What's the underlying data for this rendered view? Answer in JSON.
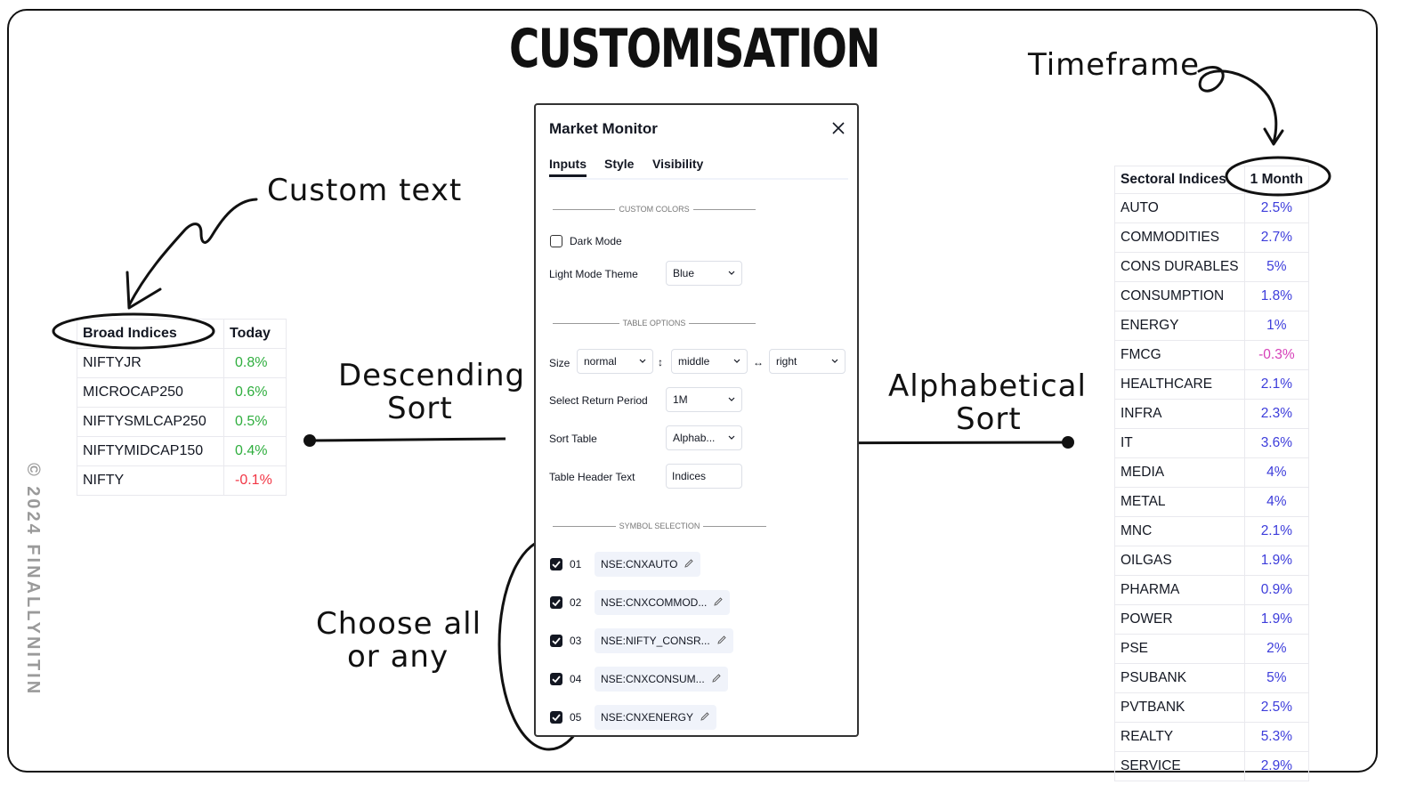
{
  "title": "CUSTOMISATION",
  "copyright": "© 2024 FINALLYNITIN",
  "annotations": {
    "custom_text": "Custom text",
    "timeframe": "Timeframe",
    "descending_1": "Descending",
    "descending_2": "Sort",
    "alphabetical_1": "Alphabetical",
    "alphabetical_2": "Sort",
    "choose_1": "Choose all",
    "choose_2": "or any"
  },
  "broad_table": {
    "header": "Broad Indices",
    "col": "Today",
    "rows": [
      {
        "name": "NIFTYJR",
        "value": "0.8%"
      },
      {
        "name": "MICROCAP250",
        "value": "0.6%"
      },
      {
        "name": "NIFTYSMLCAP250",
        "value": "0.5%"
      },
      {
        "name": "NIFTYMIDCAP150",
        "value": "0.4%"
      },
      {
        "name": "NIFTY",
        "value": "-0.1%"
      }
    ]
  },
  "sector_table": {
    "header": "Sectoral Indices",
    "col": "1 Month",
    "rows": [
      {
        "name": "AUTO",
        "value": "2.5%"
      },
      {
        "name": "COMMODITIES",
        "value": "2.7%"
      },
      {
        "name": "CONS DURABLES",
        "value": "5%"
      },
      {
        "name": "CONSUMPTION",
        "value": "1.8%"
      },
      {
        "name": "ENERGY",
        "value": "1%"
      },
      {
        "name": "FMCG",
        "value": "-0.3%"
      },
      {
        "name": "HEALTHCARE",
        "value": "2.1%"
      },
      {
        "name": "INFRA",
        "value": "2.3%"
      },
      {
        "name": "IT",
        "value": "3.6%"
      },
      {
        "name": "MEDIA",
        "value": "4%"
      },
      {
        "name": "METAL",
        "value": "4%"
      },
      {
        "name": "MNC",
        "value": "2.1%"
      },
      {
        "name": "OILGAS",
        "value": "1.9%"
      },
      {
        "name": "PHARMA",
        "value": "0.9%"
      },
      {
        "name": "POWER",
        "value": "1.9%"
      },
      {
        "name": "PSE",
        "value": "2%"
      },
      {
        "name": "PSUBANK",
        "value": "5%"
      },
      {
        "name": "PVTBANK",
        "value": "2.5%"
      },
      {
        "name": "REALTY",
        "value": "5.3%"
      },
      {
        "name": "SERVICE",
        "value": "2.9%"
      }
    ]
  },
  "dialog": {
    "title": "Market Monitor",
    "tabs": [
      "Inputs",
      "Style",
      "Visibility"
    ],
    "sections": {
      "custom_colors": "CUSTOM COLORS",
      "table_options": "TABLE OPTIONS",
      "symbol_selection": "SYMBOL SELECTION"
    },
    "dark_mode_label": "Dark Mode",
    "dark_mode_checked": false,
    "light_theme_label": "Light Mode Theme",
    "light_theme_value": "Blue",
    "size_label": "Size",
    "size_value": "normal",
    "vertical_symbol": "↕",
    "vertical_value": "middle",
    "horizontal_symbol": "↔",
    "horizontal_value": "right",
    "return_period_label": "Select Return Period",
    "return_period_value": "1M",
    "sort_label": "Sort Table",
    "sort_value": "Alphab...",
    "header_text_label": "Table Header Text",
    "header_text_value": "Indices",
    "symbols": [
      {
        "num": "01",
        "symbol": "NSE:CNXAUTO"
      },
      {
        "num": "02",
        "symbol": "NSE:CNXCOMMOD..."
      },
      {
        "num": "03",
        "symbol": "NSE:NIFTY_CONSR..."
      },
      {
        "num": "04",
        "symbol": "NSE:CNXCONSUM..."
      },
      {
        "num": "05",
        "symbol": "NSE:CNXENERGY"
      }
    ]
  }
}
